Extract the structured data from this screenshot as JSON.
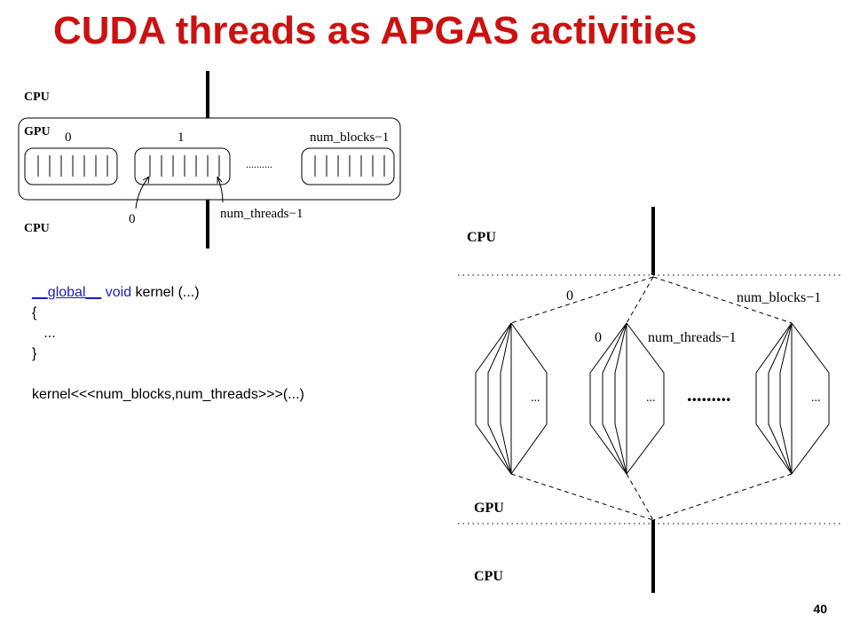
{
  "title": "CUDA threads as APGAS activities",
  "page_number": "40",
  "diagram_top": {
    "cpu_top": "CPU",
    "gpu": "GPU",
    "cpu_bottom": "CPU",
    "block_label_0": "0",
    "block_label_1": "1",
    "block_label_last": "num_blocks−1",
    "dots": "..........",
    "thread_label_0": "0",
    "thread_label_last": "num_threads−1"
  },
  "code": {
    "line1_kw1": "__global__",
    "line1_kw2": "void",
    "line1_rest": " kernel (...)",
    "line2": "{",
    "line3": "   ...",
    "line4": "}",
    "line6": "kernel<<<num_blocks,num_threads>>>(...)"
  },
  "diagram_right": {
    "cpu_top": "CPU",
    "gpu": "GPU",
    "cpu_bottom": "CPU",
    "block_label_0": "0",
    "block_label_last": "num_blocks−1",
    "thread_label_0": "0",
    "thread_label_last": "num_threads−1",
    "ellipsis_small": "...",
    "dots_big": "........."
  }
}
